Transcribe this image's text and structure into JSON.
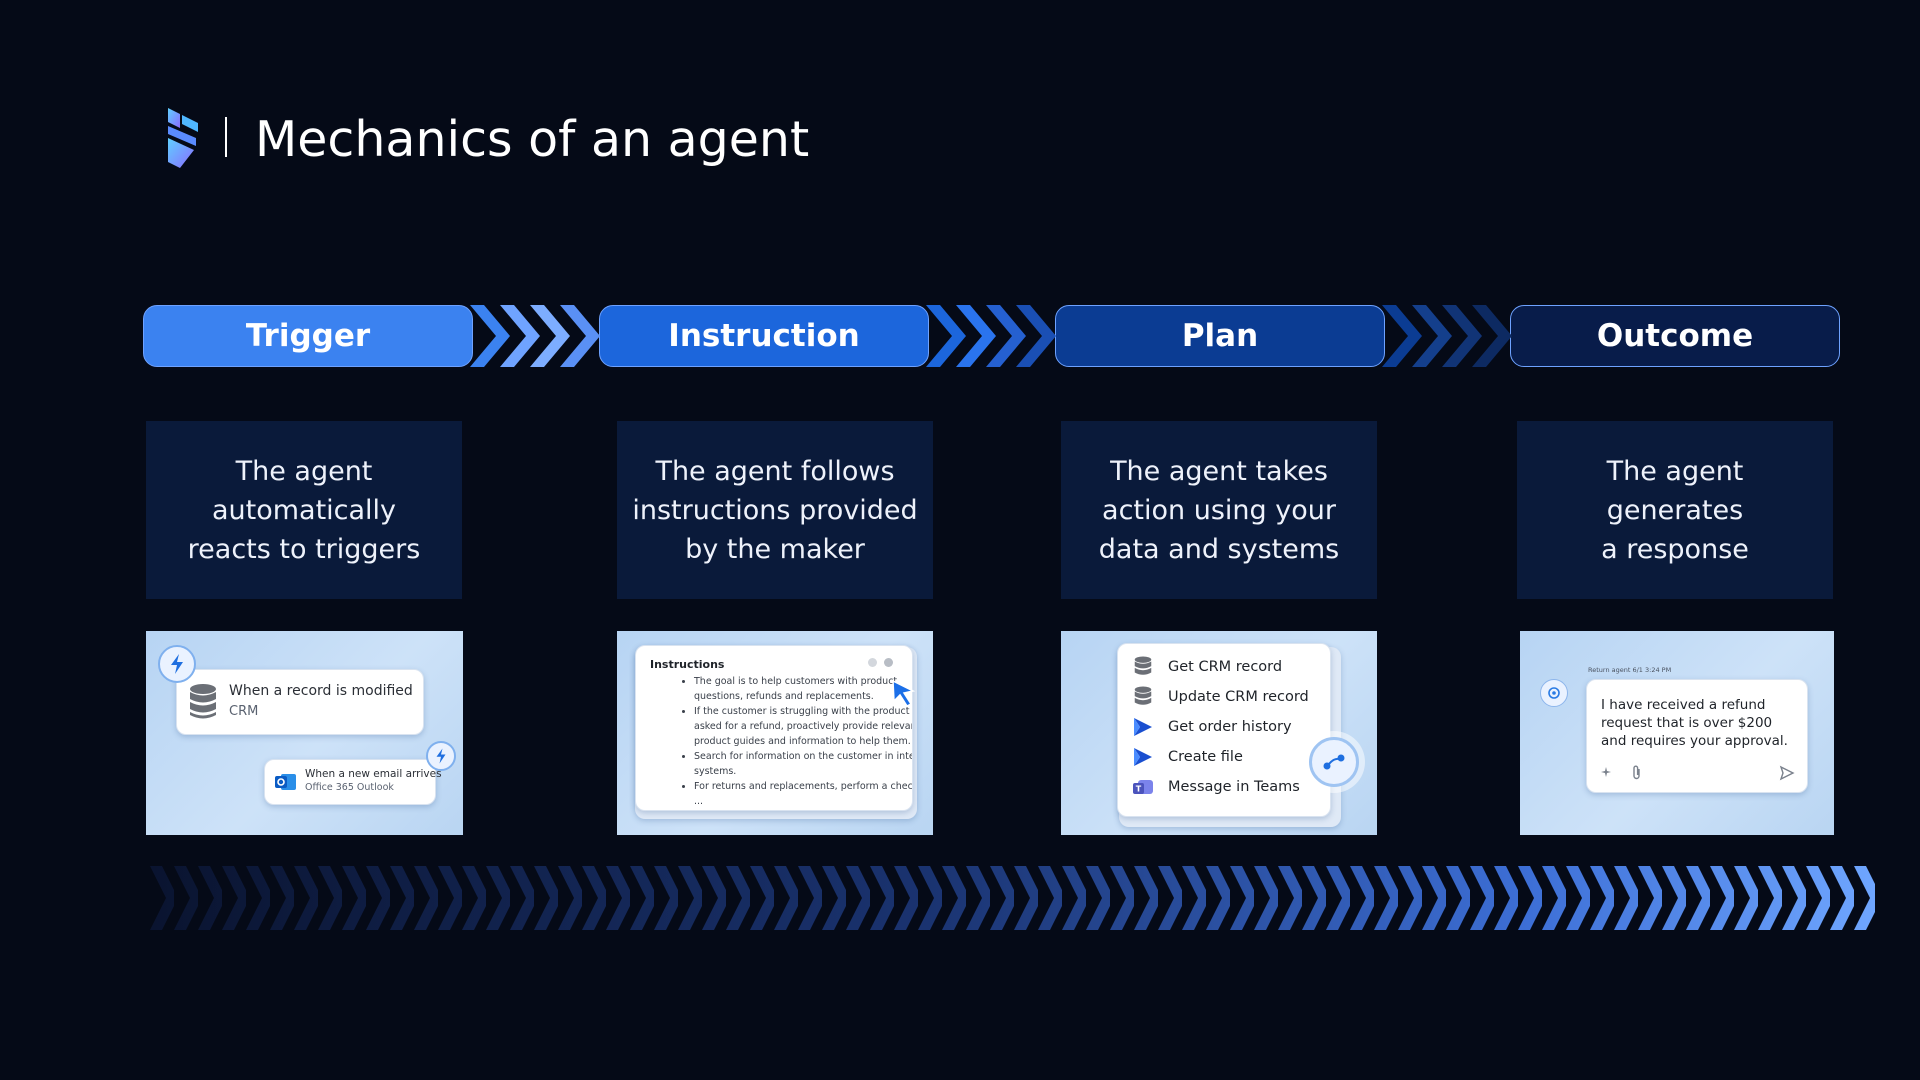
{
  "header": {
    "title": "Mechanics of an agent",
    "logo_icon": "agent-logo-icon"
  },
  "colors": {
    "background": "#050a17",
    "trigger": "#3b82f0",
    "instruction": "#1c66dc",
    "plan": "#0b3c93",
    "outcome": "#081c4a",
    "desc_box": "#0a1a3a"
  },
  "stages": [
    {
      "label": "Trigger",
      "description": "The agent\nautomatically\nreacts to triggers"
    },
    {
      "label": "Instruction",
      "description": "The agent follows\ninstructions provided\nby the maker"
    },
    {
      "label": "Plan",
      "description": "The agent takes\naction using your\ndata and systems"
    },
    {
      "label": "Outcome",
      "description": "The agent\ngenerates\na response"
    }
  ],
  "trigger_panel": {
    "card1_title": "When a record is modified",
    "card1_sub": "CRM",
    "card2_title": "When a new email arrives",
    "card2_sub": "Office 365 Outlook"
  },
  "instruction_panel": {
    "heading": "Instructions",
    "bullets": [
      "The goal is to help customers with product questions, refunds and replacements.",
      "If the customer is struggling with the product and asked for a refund, proactively provide relevant product guides and information to help them.",
      "Search for information on the customer in internal systems.",
      "For returns and replacements, perform a check on ..."
    ]
  },
  "plan_panel": {
    "actions": [
      {
        "label": "Get CRM record",
        "icon": "database-icon"
      },
      {
        "label": "Update CRM record",
        "icon": "database-icon"
      },
      {
        "label": "Get order history",
        "icon": "dynamics-icon"
      },
      {
        "label": "Create file",
        "icon": "dynamics-icon"
      },
      {
        "label": "Message in Teams",
        "icon": "teams-icon"
      }
    ]
  },
  "outcome_panel": {
    "meta": "Return agent  6/1  3:24 PM",
    "message": "I have received a refund request that is over $200 and requires your approval."
  }
}
